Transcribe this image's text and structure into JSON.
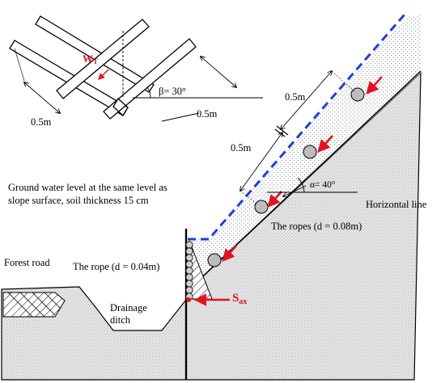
{
  "labels": {
    "dim_0_5m_left": "0.5m",
    "dim_0_5m_right": "0.5m",
    "dim_0_5m_top": "0.5m",
    "dim_0_5m_mid": "0.5m",
    "beta": "β= 30°",
    "alpha": "α= 40°",
    "wt_main": "W",
    "wt_sub": "T",
    "sax_main": "S",
    "sax_sub": "ax",
    "groundwater_line1": "Ground water level at the same level as",
    "groundwater_line2": "slope surface, soil thickness 15 cm",
    "horizontal_line": "Horizontal line",
    "ropes_large": "The ropes (d = 0.08m)",
    "rope_small": "The rope (d = 0.04m)",
    "forest_road": "Forest road",
    "drainage_line1": "Drainage",
    "drainage_line2": "ditch"
  },
  "colors": {
    "water_line": "#1f3fd6",
    "arrow": "#e0141e",
    "ground_fill": "#e6e6e6",
    "rope_fill": "#bdbdbd"
  }
}
